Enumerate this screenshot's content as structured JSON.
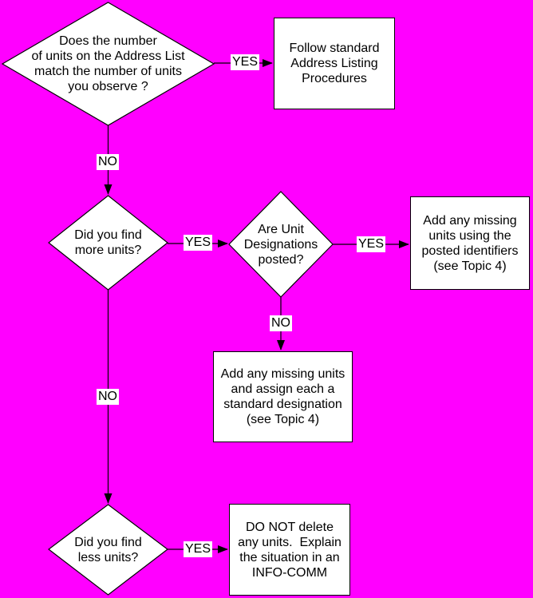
{
  "canvas": {
    "background_color": "#ff00ff",
    "shape_fill_color": "#ffffff",
    "line_color": "#000000"
  },
  "nodes": {
    "decision_match_units": "Does the number\nof units on the Address List\nmatch the number of units\nyou observe ?",
    "process_follow_standard": "Follow standard\nAddress Listing\nProcedures",
    "decision_more_units": "Did you find\nmore units?",
    "decision_designations_posted": "Are Unit\nDesignations\nposted?",
    "process_add_posted": "Add any missing\nunits using the\nposted identifiers\n(see Topic 4)",
    "process_add_assign": "Add any missing units\nand assign each a\nstandard designation\n(see Topic 4)",
    "decision_less_units": "Did you find\nless units?",
    "process_do_not_delete": "DO NOT delete\nany units.  Explain\nthe situation in an\nINFO-COMM"
  },
  "edge_labels": {
    "match_yes": "YES",
    "match_no": "NO",
    "more_yes": "YES",
    "posted_yes": "YES",
    "posted_no": "NO",
    "more_no": "NO",
    "less_yes": "YES"
  }
}
